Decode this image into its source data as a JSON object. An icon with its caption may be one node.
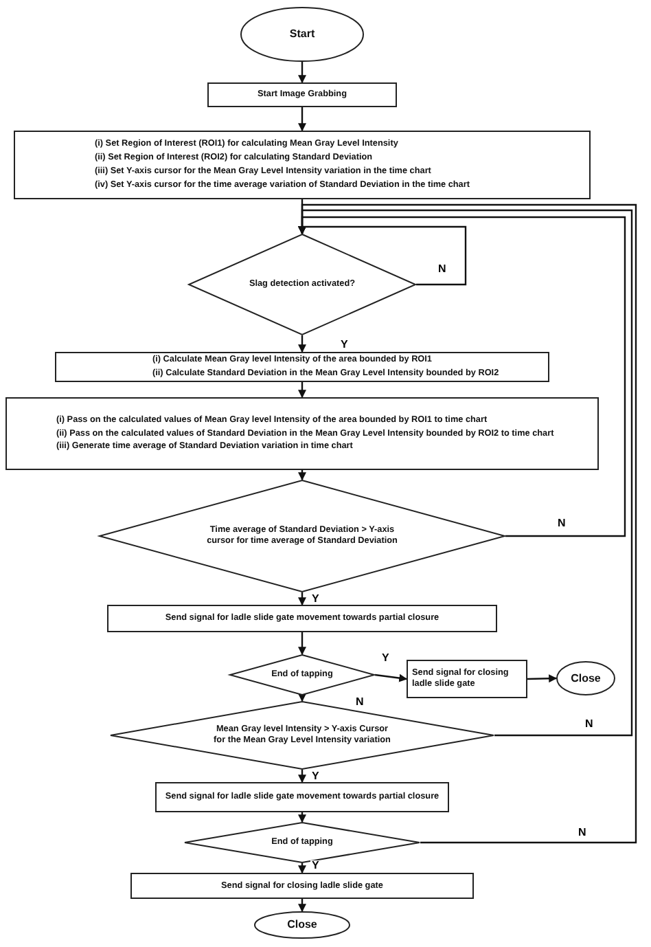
{
  "diagram": {
    "nodes": [
      {
        "text": [
          "Start"
        ]
      },
      {
        "text": [
          "Start Image Grabbing"
        ]
      },
      {
        "text": [
          "(i) Set Region of Interest (ROI1) for calculating Mean Gray Level Intensity",
          "(ii) Set Region of Interest (ROI2) for calculating Standard Deviation",
          "(iii) Set Y-axis cursor for the Mean Gray Level Intensity variation in the time chart",
          "(iv) Set Y-axis cursor for the time average variation of Standard Deviation in the time chart"
        ]
      },
      {
        "text": [
          "Slag detection activated?"
        ]
      },
      {
        "text": [
          "(i) Calculate Mean Gray level Intensity of the area bounded by ROI1",
          "(ii) Calculate Standard Deviation in the Mean Gray Level Intensity bounded by ROI2"
        ]
      },
      {
        "text": [
          "(i) Pass on the calculated values of Mean Gray level Intensity of the area bounded by ROI1 to time chart",
          "(ii) Pass on the calculated values of Standard Deviation in the Mean Gray Level Intensity bounded by ROI2 to time chart",
          "(iii) Generate time average of Standard Deviation variation in time chart"
        ]
      },
      {
        "text": [
          "Time average of Standard Deviation > Y-axis cursor for time average of Standard Deviation"
        ]
      },
      {
        "text": [
          "Send signal for ladle slide gate movement towards partial closure"
        ]
      },
      {
        "text": [
          "End of tapping"
        ]
      },
      {
        "text": [
          "Send signal for closing ladle slide gate"
        ]
      },
      {
        "text": [
          "Close"
        ]
      },
      {
        "text": [
          "Mean Gray level Intensity > Y-axis Cursor for the Mean Gray Level Intensity variation"
        ]
      },
      {
        "text": [
          "Send signal for ladle slide gate movement towards partial closure"
        ]
      },
      {
        "text": [
          "End of tapping"
        ]
      },
      {
        "text": [
          "Send signal for closing ladle slide gate"
        ]
      },
      {
        "text": [
          "Close"
        ]
      }
    ],
    "edges": [
      {
        "from": 0,
        "to": 1,
        "arrow": "to"
      },
      {
        "from": 1,
        "to": 2,
        "arrow": "to"
      },
      {
        "from": 2,
        "to": 3,
        "arrow": "to"
      },
      {
        "from": 3,
        "to": 3,
        "arrow": "to",
        "label": "N"
      },
      {
        "from": 3,
        "to": 4,
        "arrow": "to",
        "label": "Y"
      },
      {
        "from": 4,
        "to": 5,
        "arrow": "to"
      },
      {
        "from": 5,
        "to": 6,
        "arrow": "to"
      },
      {
        "from": 6,
        "to": 3,
        "arrow": "to",
        "label": "N"
      },
      {
        "from": 6,
        "to": 7,
        "arrow": "to",
        "label": "Y"
      },
      {
        "from": 7,
        "to": 8,
        "arrow": "to"
      },
      {
        "from": 8,
        "to": 9,
        "arrow": "to",
        "label": "Y"
      },
      {
        "from": 9,
        "to": 10,
        "arrow": "to"
      },
      {
        "from": 8,
        "to": 11,
        "arrow": "to",
        "label": "N"
      },
      {
        "from": 11,
        "to": 3,
        "arrow": "to",
        "label": "N"
      },
      {
        "from": 11,
        "to": 12,
        "arrow": "to",
        "label": "Y"
      },
      {
        "from": 12,
        "to": 13,
        "arrow": "to"
      },
      {
        "from": 13,
        "to": 3,
        "arrow": "to",
        "label": "N"
      },
      {
        "from": 13,
        "to": 14,
        "arrow": "to",
        "label": "Y"
      },
      {
        "from": 14,
        "to": 15,
        "arrow": "to"
      }
    ]
  }
}
